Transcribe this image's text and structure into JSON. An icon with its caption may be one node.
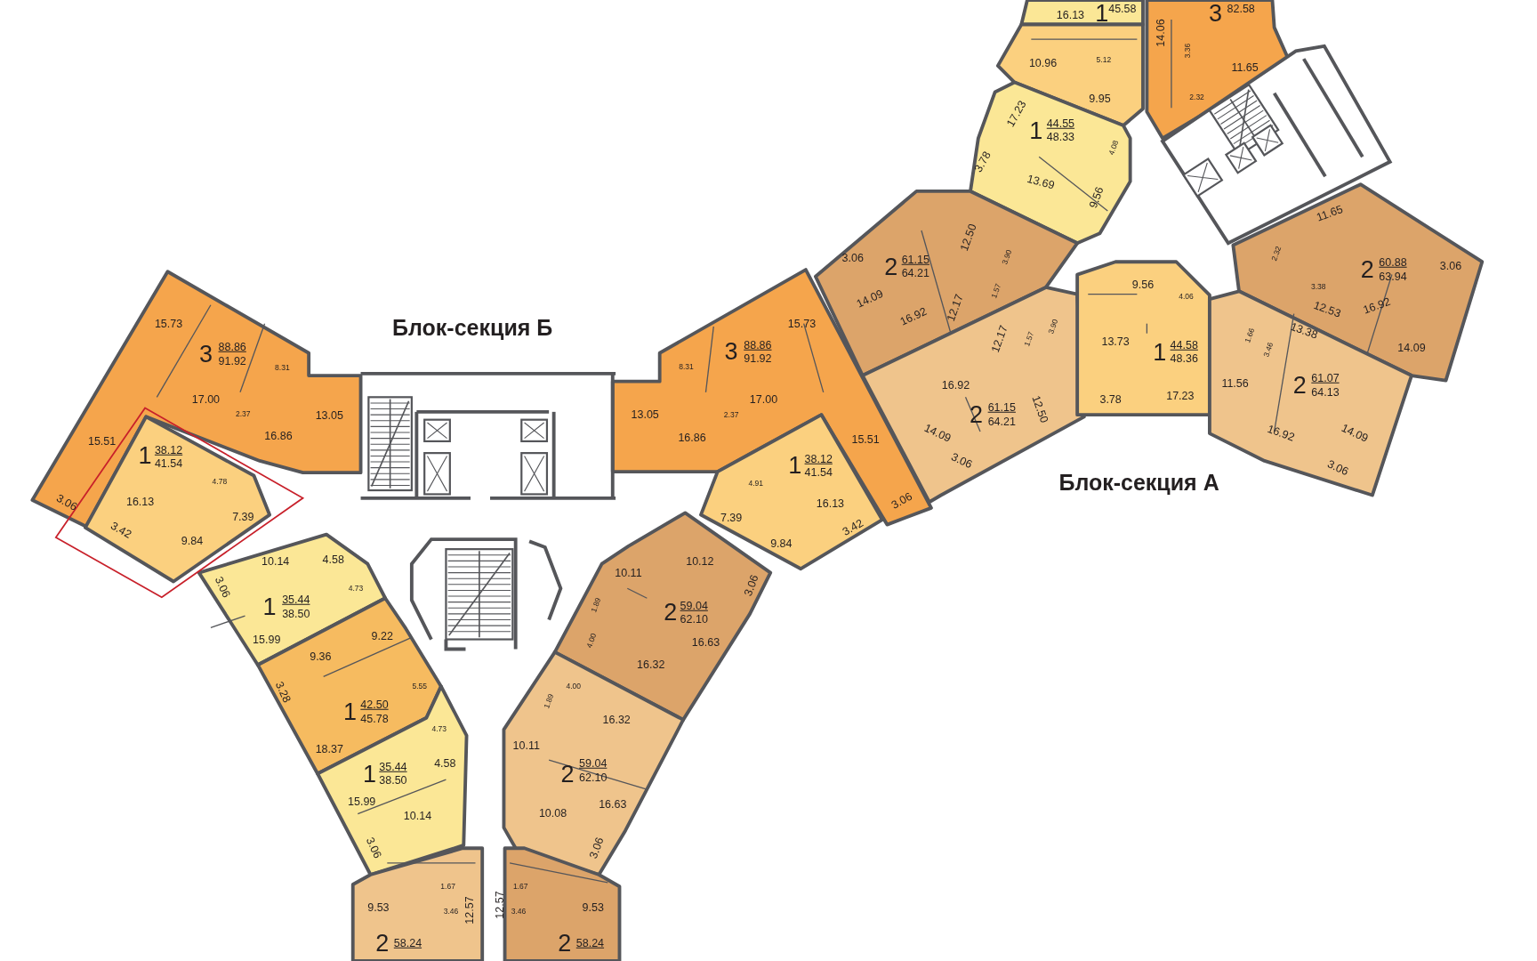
{
  "diagram": {
    "labels": [
      "16.13",
      "1",
      "45.58",
      "3",
      "82.58",
      "14.06",
      "10.96",
      "5.12",
      "3.36",
      "11.65",
      "9.95",
      "2.32",
      "17.23",
      "1",
      "44.55",
      "48.33",
      "4.08",
      "3.78",
      "13.69",
      "9.56",
      "11.65",
      "12.50",
      "3.90",
      "2.32",
      "3.06",
      "2",
      "61.15",
      "64.21",
      "2",
      "60.88",
      "63.94",
      "3.06",
      "3.38",
      "1.57",
      "14.09",
      "12.17",
      "16.92",
      "12.53",
      "16.92",
      "9.56",
      "4.06",
      "14.09",
      "1.66",
      "13.38",
      "3.46",
      "12.17",
      "1.57",
      "3.90",
      "13.73",
      "1",
      "44.58",
      "48.36",
      "16.92",
      "11.56",
      "2",
      "61.07",
      "64.13",
      "3.78",
      "17.23",
      "2",
      "61.15",
      "64.21",
      "12.50",
      "14.09",
      "16.92",
      "14.09",
      "3.06",
      "3.06",
      "Блок-секция А",
      "Блок-секция Б",
      "15.73",
      "3",
      "88.86",
      "91.92",
      "8.31",
      "17.00",
      "2.37",
      "13.05",
      "16.86",
      "15.51",
      "1",
      "38.12",
      "41.54",
      "4.78",
      "16.13",
      "3.06",
      "7.39",
      "3.42",
      "9.84",
      "15.73",
      "3",
      "88.86",
      "91.92",
      "8.31",
      "17.00",
      "2.37",
      "13.05",
      "16.86",
      "15.51",
      "1",
      "38.12",
      "41.54",
      "4.91",
      "16.13",
      "3.06",
      "7.39",
      "3.42",
      "9.84",
      "10.14",
      "4.58",
      "3.06",
      "4.73",
      "1",
      "35.44",
      "38.50",
      "15.99",
      "9.22",
      "9.36",
      "5.55",
      "3.28",
      "1",
      "42.50",
      "45.78",
      "4.73",
      "18.37",
      "4.58",
      "1",
      "35.44",
      "38.50",
      "15.99",
      "10.14",
      "3.06",
      "10.11",
      "10.12",
      "3.06",
      "1.89",
      "2",
      "59.04",
      "62.10",
      "4.00",
      "16.63",
      "16.32",
      "4.00",
      "1.89",
      "16.32",
      "10.11",
      "2",
      "59.04",
      "62.10",
      "16.63",
      "10.08",
      "3.06",
      "1.67",
      "9.53",
      "3.46",
      "12.57",
      "12.57",
      "1.67",
      "9.53",
      "3.46",
      "2",
      "58.24",
      "2",
      "58.24"
    ]
  }
}
